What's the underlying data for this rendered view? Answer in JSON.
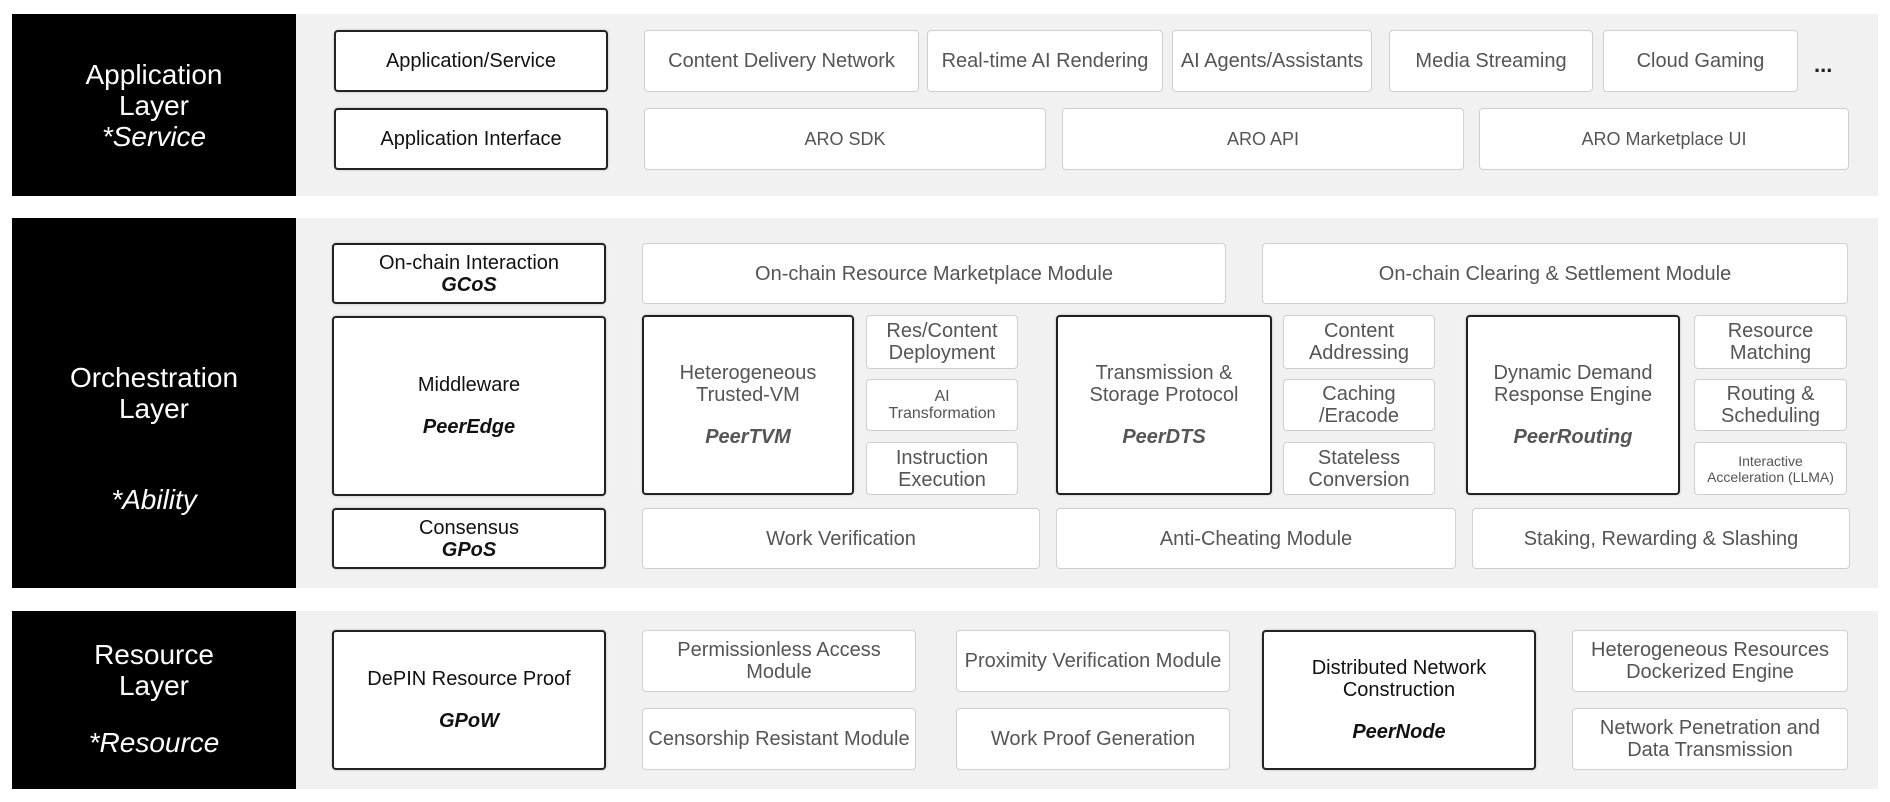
{
  "application_layer": {
    "label": {
      "title_lines": [
        "Application",
        "Layer"
      ],
      "sub": "*Service"
    },
    "row1": {
      "category": "Application/Service",
      "items": [
        "Content Delivery Network",
        "Real-time AI Rendering",
        "AI Agents/Assistants",
        "Media Streaming",
        "Cloud Gaming"
      ],
      "more": "..."
    },
    "row2": {
      "category": "Application Interface",
      "items": [
        "ARO SDK",
        "ARO API",
        "ARO Marketplace UI"
      ]
    }
  },
  "orchestration_layer": {
    "label": {
      "title_lines": [
        "Orchestration",
        "Layer"
      ],
      "sub": "*Ability"
    },
    "onchain": {
      "category": {
        "name": "On-chain Interaction",
        "keyword": "GCoS"
      },
      "items": [
        "On-chain Resource Marketplace Module",
        "On-chain Clearing & Settlement Module"
      ]
    },
    "middleware": {
      "category": {
        "name": "Middleware",
        "keyword": "PeerEdge"
      },
      "modules": [
        {
          "name_lines": [
            "Heterogeneous",
            "Trusted-VM"
          ],
          "keyword": "PeerTVM",
          "features": [
            [
              "Res/Content",
              "Deployment"
            ],
            [
              "AI",
              "Transformation"
            ],
            [
              "Instruction",
              "Execution"
            ]
          ]
        },
        {
          "name_lines": [
            "Transmission &",
            "Storage Protocol"
          ],
          "keyword": "PeerDTS",
          "features": [
            [
              "Content",
              "Addressing"
            ],
            [
              "Caching",
              "/Eracode"
            ],
            [
              "Stateless",
              "Conversion"
            ]
          ]
        },
        {
          "name_lines": [
            "Dynamic Demand",
            "Response Engine"
          ],
          "keyword": "PeerRouting",
          "features": [
            [
              "Resource",
              "Matching"
            ],
            [
              "Routing &",
              "Scheduling"
            ],
            [
              "Interactive",
              "Acceleration (LLMA)"
            ]
          ]
        }
      ]
    },
    "consensus": {
      "category": {
        "name": "Consensus",
        "keyword": "GPoS"
      },
      "items": [
        "Work Verification",
        "Anti-Cheating Module",
        "Staking, Rewarding & Slashing"
      ]
    }
  },
  "resource_layer": {
    "label": {
      "title_lines": [
        "Resource",
        "Layer"
      ],
      "sub": "*Resource"
    },
    "proof": {
      "name": "DePIN Resource Proof",
      "keyword": "GPoW"
    },
    "modules_left": [
      [
        "Permissionless Access",
        "Module"
      ],
      [
        "Proximity Verification Module"
      ],
      [
        "Censorship Resistant Module"
      ],
      [
        "Work Proof Generation"
      ]
    ],
    "construction": {
      "name_lines": [
        "Distributed Network",
        "Construction"
      ],
      "keyword": "PeerNode"
    },
    "modules_right": [
      [
        "Heterogeneous Resources",
        "Dockerized Engine"
      ],
      [
        "Network Penetration and",
        "Data Transmission"
      ]
    ]
  }
}
